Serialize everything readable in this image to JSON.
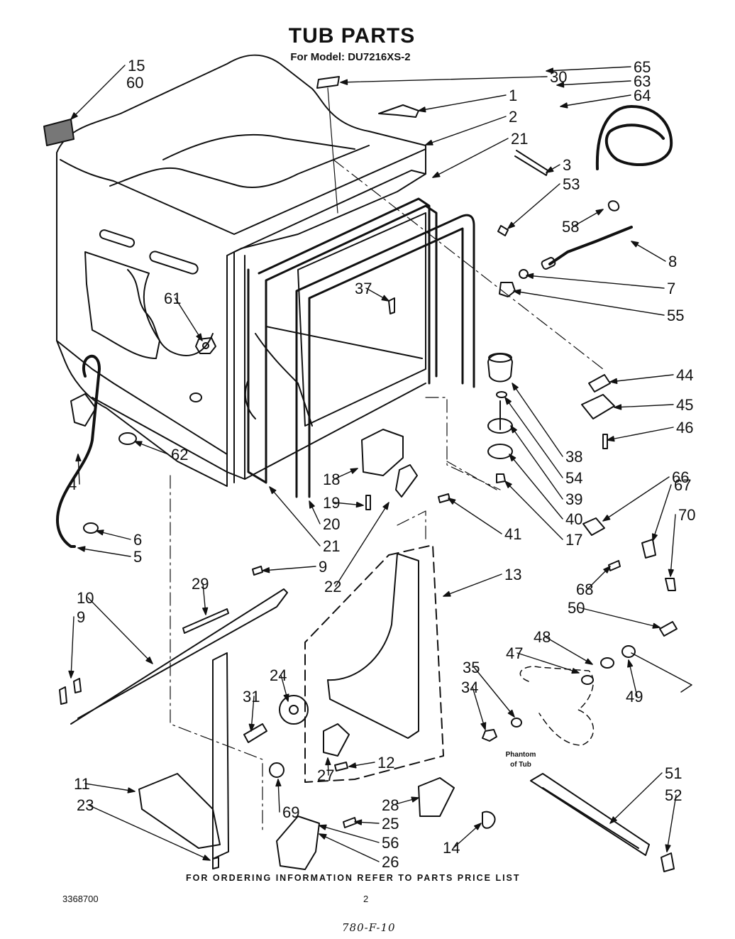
{
  "header": {
    "title": "TUB PARTS",
    "model_line": "For Model: DU7216XS-2"
  },
  "callouts": [
    "15",
    "60",
    "30",
    "65",
    "63",
    "64",
    "1",
    "2",
    "21",
    "3",
    "53",
    "58",
    "8",
    "7",
    "55",
    "61",
    "37",
    "44",
    "45",
    "46",
    "38",
    "54",
    "39",
    "40",
    "17",
    "66",
    "67",
    "70",
    "18",
    "19",
    "20",
    "21",
    "41",
    "62",
    "4",
    "6",
    "5",
    "9",
    "22",
    "13",
    "68",
    "50",
    "29",
    "10",
    "9",
    "48",
    "47",
    "49",
    "35",
    "34",
    "24",
    "31",
    "12",
    "27",
    "69",
    "11",
    "23",
    "28",
    "25",
    "56",
    "26",
    "14",
    "51",
    "52"
  ],
  "phantom_label": [
    "Phantom",
    "of Tub"
  ],
  "footer": {
    "ordering_note": "FOR ORDERING INFORMATION REFER TO PARTS PRICE LIST",
    "document_number": "3368700",
    "page_number": "2",
    "handwritten_code": "780-F-10"
  }
}
